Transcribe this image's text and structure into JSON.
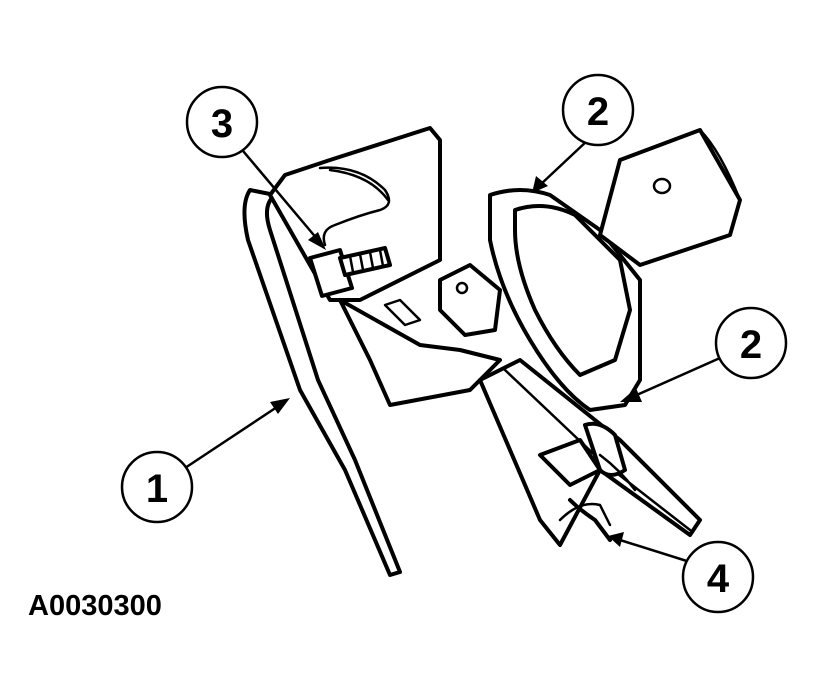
{
  "figure_id": "A0030300",
  "callouts": [
    {
      "label": "1"
    },
    {
      "label": "2"
    },
    {
      "label": "2"
    },
    {
      "label": "3"
    },
    {
      "label": "4"
    }
  ]
}
